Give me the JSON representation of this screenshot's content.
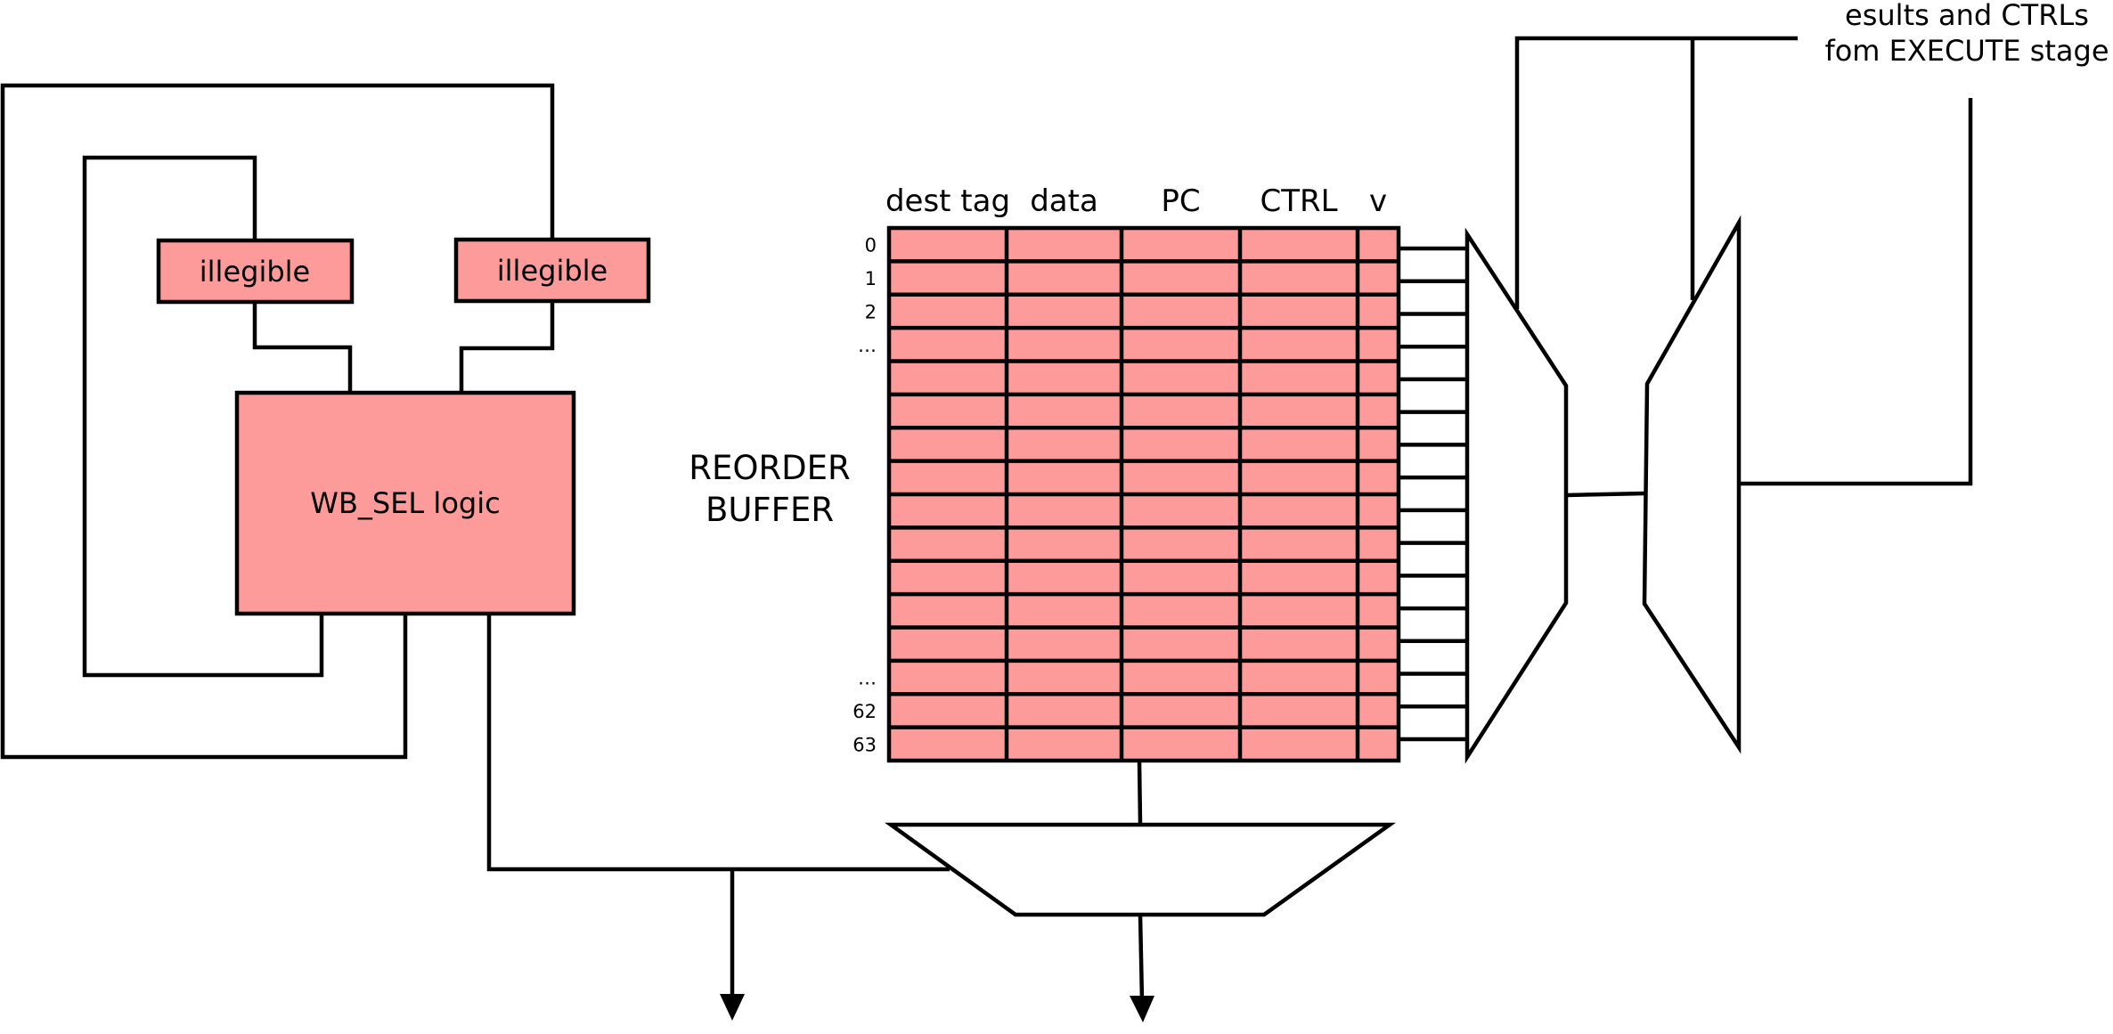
{
  "colors": {
    "block_fill": "#fd9a9a",
    "line": "#000000",
    "background": "#ffffff"
  },
  "blocks": {
    "illegible_left": "illegible",
    "illegible_right": "illegible",
    "wb_sel": "WB_SEL logic"
  },
  "rob": {
    "title_line1": "REORDER",
    "title_line2": "BUFFER",
    "columns": [
      "dest tag",
      "data",
      "PC",
      "CTRL",
      "v"
    ],
    "row_labels": [
      "0",
      "1",
      "2",
      "…",
      "…",
      "62",
      "63"
    ],
    "row_count": 16
  },
  "execute_input": {
    "line1": "esults and CTRLs",
    "line2": "fom EXECUTE stage"
  }
}
